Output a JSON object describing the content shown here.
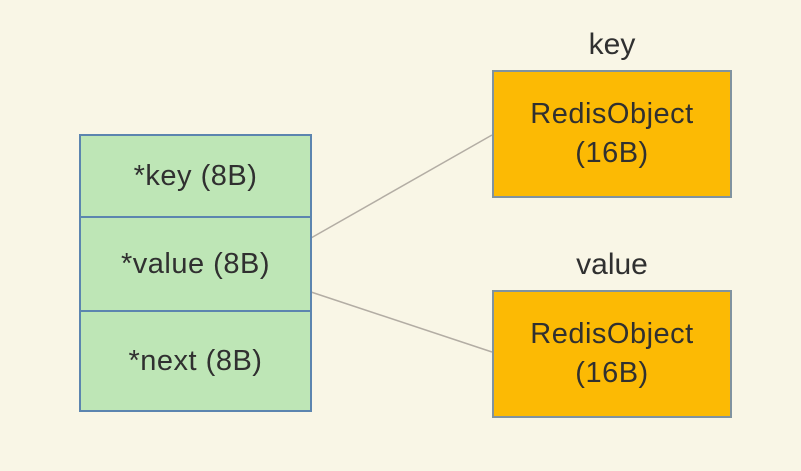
{
  "diagram": {
    "description": "Redis dictEntry structure pointing to key and value RedisObjects"
  },
  "struct": {
    "cells": [
      {
        "label": "*key (8B)"
      },
      {
        "label": "*value (8B)"
      },
      {
        "label": "*next (8B)"
      }
    ]
  },
  "objects": [
    {
      "label": "key",
      "line1": "RedisObject",
      "line2": "(16B)"
    },
    {
      "label": "value",
      "line1": "RedisObject",
      "line2": "(16B)"
    }
  ],
  "colors": {
    "background": "#F9F6E6",
    "struct_fill": "#BEE6B6",
    "struct_border": "#5C85AF",
    "object_fill": "#FCBA04",
    "object_border": "#8093A0",
    "connector": "#B3ADA4",
    "text": "#303030"
  }
}
